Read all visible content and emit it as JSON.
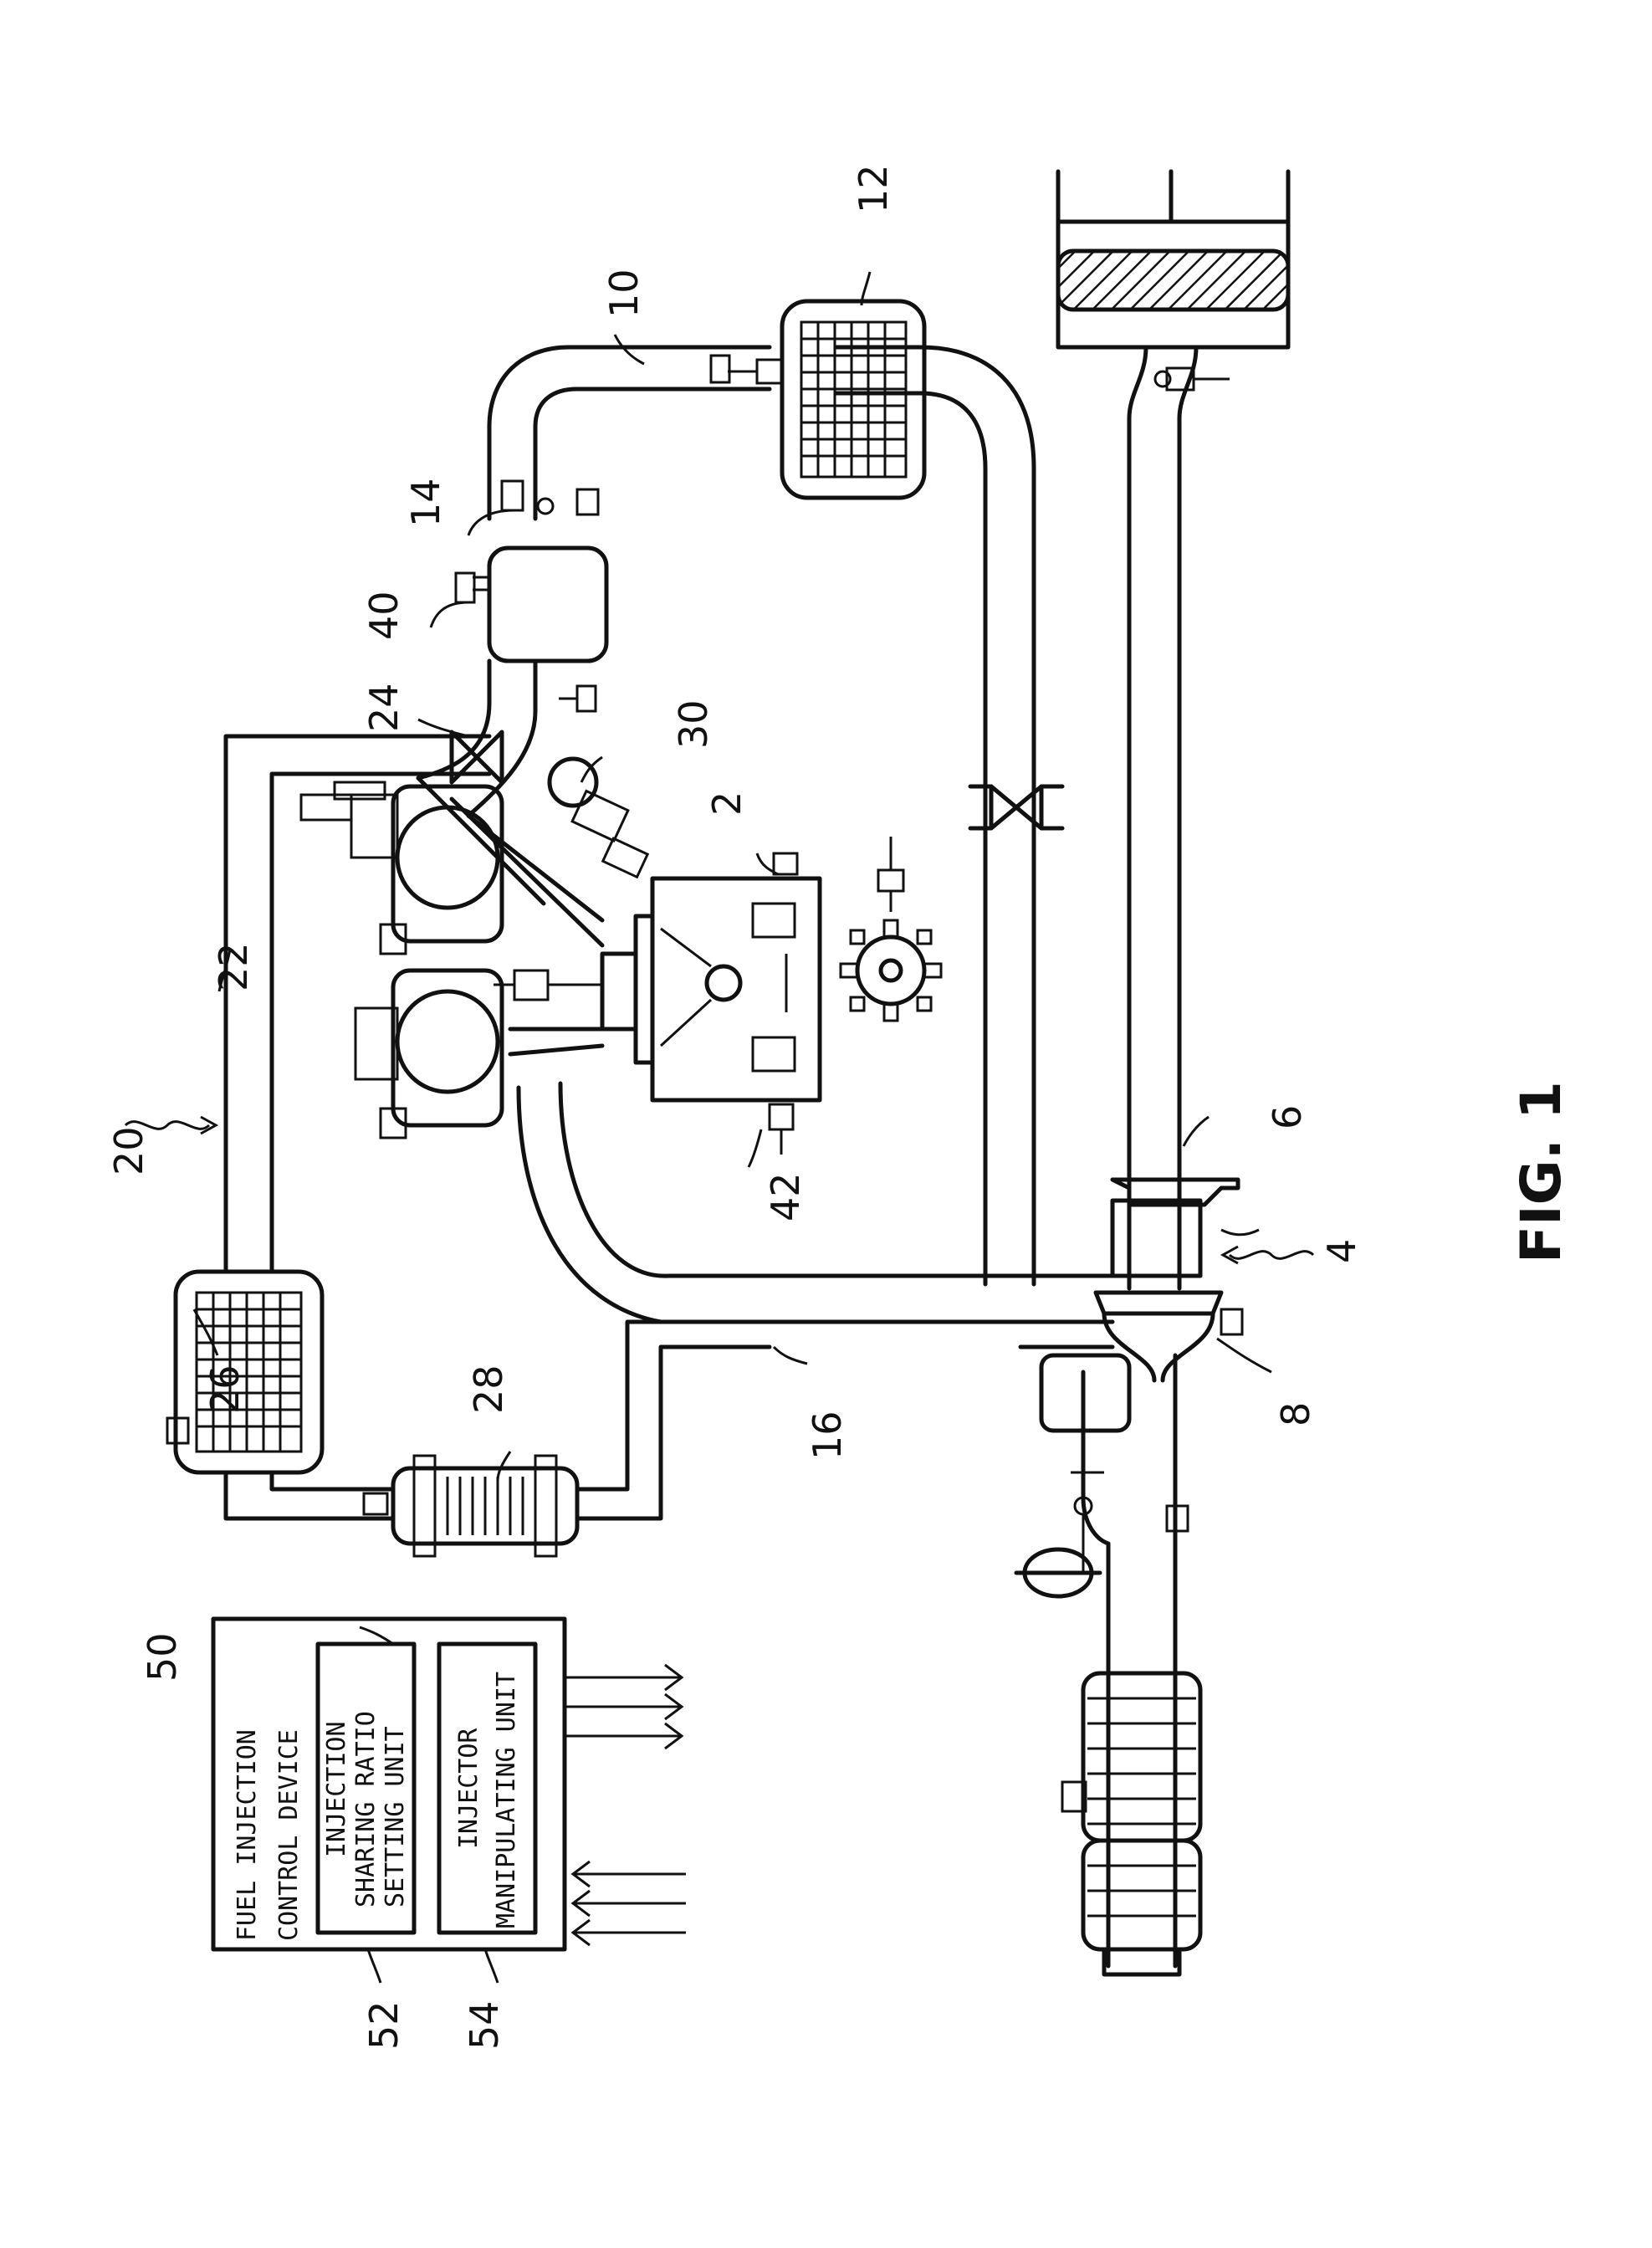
{
  "figure": {
    "caption": "FIG. 1"
  },
  "ecu": {
    "ref": "50",
    "title_line1": "FUEL INJECTION",
    "title_line2": "CONTROL DEVICE",
    "unit_52": {
      "ref": "52",
      "line1": "INJECTION",
      "line2": "SHARING RATIO",
      "line3": "SETTING UNIT"
    },
    "unit_54": {
      "ref": "54",
      "line1": "INJECTOR",
      "line2": "MANIPULATING UNIT"
    }
  },
  "refs": {
    "engine": "2",
    "turbocharger": "4",
    "compressor": "6",
    "turbine": "8",
    "intake_passage": "10",
    "intercooler": "12",
    "throttle": "14",
    "exhaust_passage": "16",
    "egr_device": "20",
    "egr_passage": "22",
    "egr_valve": "24",
    "egr_cooler": "26",
    "egr_catalyst": "28",
    "injector": "30",
    "surge_tank": "40",
    "crank_sensor": "42"
  }
}
